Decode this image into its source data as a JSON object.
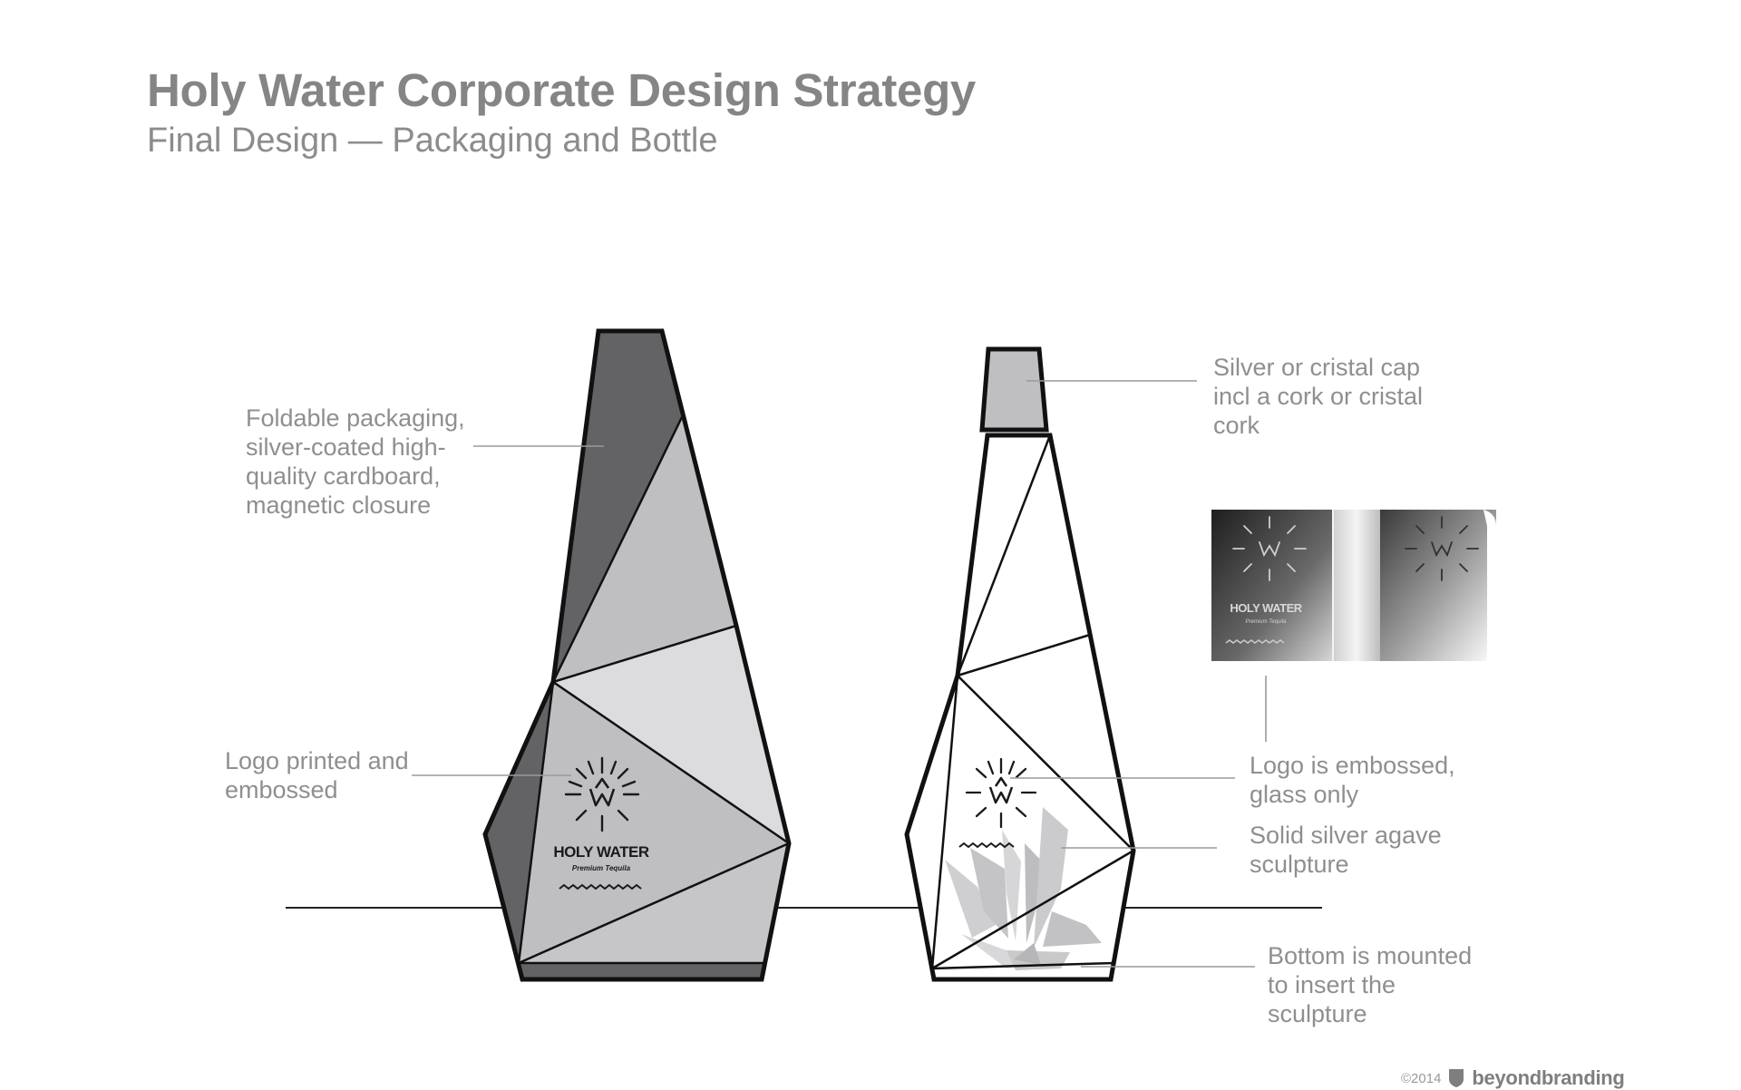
{
  "header": {
    "title": "Holy Water Corporate Design Strategy",
    "subtitle": "Final Design — Packaging and Bottle"
  },
  "annotations": {
    "packaging": "Foldable packaging,\nsilver-coated high-\nquality cardboard,\nmagnetic closure",
    "logo_printed": "Logo printed and\nembossed",
    "cap": "Silver or cristal cap\nincl a cork or cristal\ncork",
    "logo_embossed": "Logo is embossed,\nglass only",
    "sculpture": "Solid silver agave\nsculpture",
    "bottom": "Bottom is mounted\nto insert the\nsculpture"
  },
  "logo": {
    "brand": "HOLY WATER",
    "tagline": "Premium Tequila"
  },
  "footer": {
    "copyright": "©2014",
    "brand": "beyondbranding"
  },
  "colors": {
    "dark_facet": "#636366",
    "mid_facet": "#bfbfc1",
    "light_facet": "#dcdcde",
    "outline": "#111111",
    "leader": "#9a9a9a",
    "text": "#8f8f8f"
  }
}
